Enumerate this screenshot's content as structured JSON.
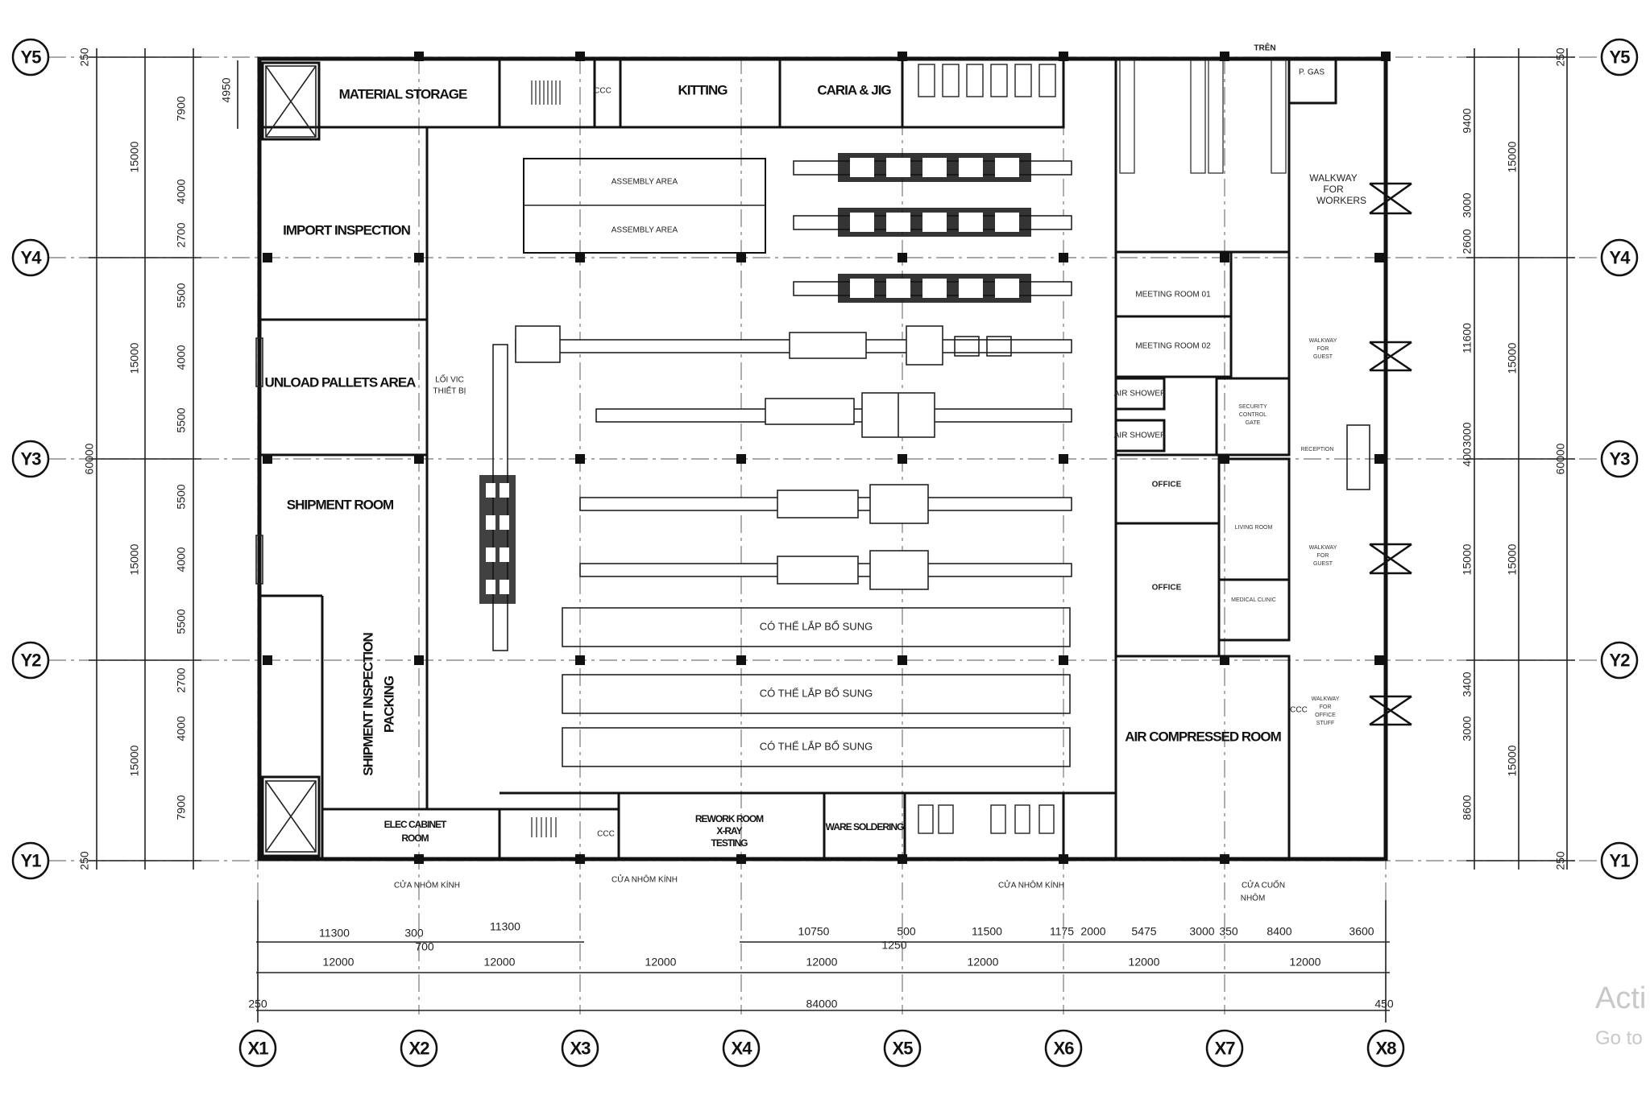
{
  "axes": {
    "x": [
      "X1",
      "X2",
      "X3",
      "X4",
      "X5",
      "X6",
      "X7",
      "X8"
    ],
    "y": [
      "Y5",
      "Y4",
      "Y3",
      "Y2",
      "Y1"
    ]
  },
  "rooms": {
    "material_storage": "MATERIAL STORAGE",
    "kitting": "KITTING",
    "caria_jig": "CARIA & JIG",
    "import_inspection": "IMPORT INSPECTION",
    "unload_pallets": "UNLOAD PALLETS AREA",
    "shipment_room": "SHIPMENT ROOM",
    "shipment_inspection_1": "SHIPMENT INSPECTION",
    "shipment_inspection_2": "PACKING",
    "elec_cabinet_1": "ELEC CABINET",
    "elec_cabinet_2": "ROOM",
    "rework_1": "REWORK ROOM",
    "rework_2": "X-RAY",
    "rework_3": "TESTING",
    "ware_soldering": "WARE SOLDERING",
    "air_compressed": "AIR COMPRESSED ROOM",
    "office_1": "OFFICE",
    "office_2": "OFFICE",
    "meeting_1": "MEETING ROOM 01",
    "meeting_2": "MEETING ROOM 02",
    "air_shower_1": "AIR SHOWER",
    "air_shower_2": "AIR SHOWER",
    "security_1": "SECURITY",
    "security_2": "CONTROL",
    "security_3": "GATE",
    "reception": "RECEPTION",
    "living_room": "LIVING ROOM",
    "medical_clinic": "MEDICAL CLINIC",
    "p_gas": "P. GAS",
    "tren": "TRÊN",
    "walkway_workers_1": "WALKWAY",
    "walkway_workers_2": "FOR",
    "walkway_workers_3": "WORKERS",
    "walkway_guest_1a": "WALKWAY",
    "walkway_guest_1b": "FOR",
    "walkway_guest_1c": "GUEST",
    "walkway_guest_2a": "WALKWAY",
    "walkway_guest_2b": "FOR",
    "walkway_guest_2c": "GUEST",
    "walkway_office_1": "WALKWAY",
    "walkway_office_2": "FOR",
    "walkway_office_3": "OFFICE",
    "walkway_office_4": "STUFF",
    "assembly_1": "ASSEMBLY AREA",
    "assembly_2": "ASSEMBLY AREA",
    "optional_1": "CÓ THỂ LẮP BỔ SUNG",
    "optional_2": "CÓ THỂ LẮP BỔ SUNG",
    "optional_3": "CÓ THỂ LẮP BỔ SUNG",
    "loi_vic_1": "LỐI VIC",
    "loi_vic_2": "THIẾT BỊ",
    "ccc_1": "CCC",
    "ccc_2": "CCC",
    "ccc_3": "CCC",
    "door_1": "CỬA NHÔM KÍNH",
    "door_2": "CỬA NHÔM KÍNH",
    "door_3": "CỬA NHÔM KÍNH",
    "door_4a": "CỬA CUỐN",
    "door_4b": "NHÔM"
  },
  "dimensions": {
    "top_row": [
      "11300",
      "300",
      "700",
      "11300",
      "10750",
      "500",
      "1250",
      "11500",
      "1175",
      "2000",
      "5475",
      "3000",
      "350",
      "8400",
      "3600"
    ],
    "mid_row": [
      "12000",
      "12000",
      "12000",
      "12000",
      "12000",
      "12000",
      "12000"
    ],
    "total": "84000",
    "left_start": "250",
    "right_end": "450",
    "left_outer": [
      "15000",
      "15000",
      "15000",
      "15000"
    ],
    "left_total": "60000",
    "left_inner": [
      "4950",
      "7900",
      "4000",
      "2700",
      "5500",
      "4000",
      "5500",
      "5500",
      "4000",
      "5500",
      "2700",
      "4000",
      "7900"
    ],
    "left_edge": [
      "250",
      "250"
    ],
    "right_outer": [
      "15000",
      "15000",
      "15000",
      "15000"
    ],
    "right_total": "60000",
    "right_inner": [
      "9400",
      "3000",
      "2600",
      "11600",
      "3000",
      "400",
      "15000",
      "3400",
      "3000",
      "8600"
    ],
    "right_edge": [
      "250",
      "250"
    ]
  },
  "watermark": {
    "line1": "Acti",
    "line2": "Go to"
  }
}
